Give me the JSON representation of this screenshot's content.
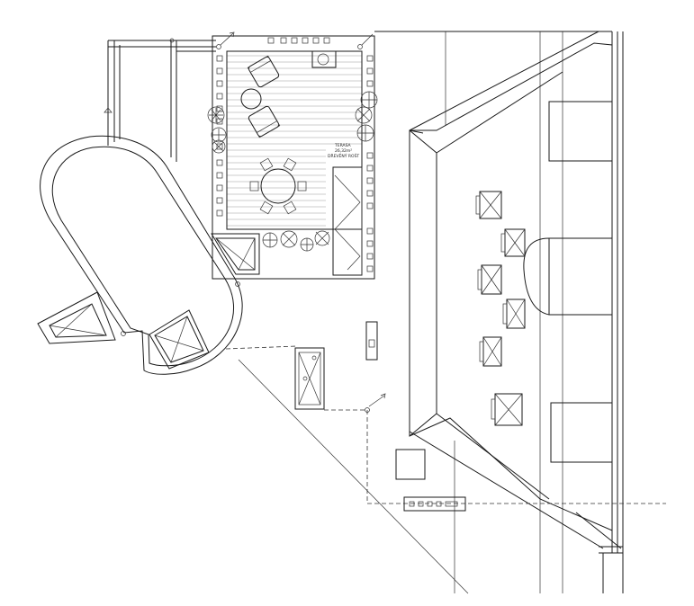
{
  "terrace_label": {
    "name": "TERASA",
    "area": "26,32m²",
    "surface": "DŘEVĚNÝ ROŠT"
  }
}
